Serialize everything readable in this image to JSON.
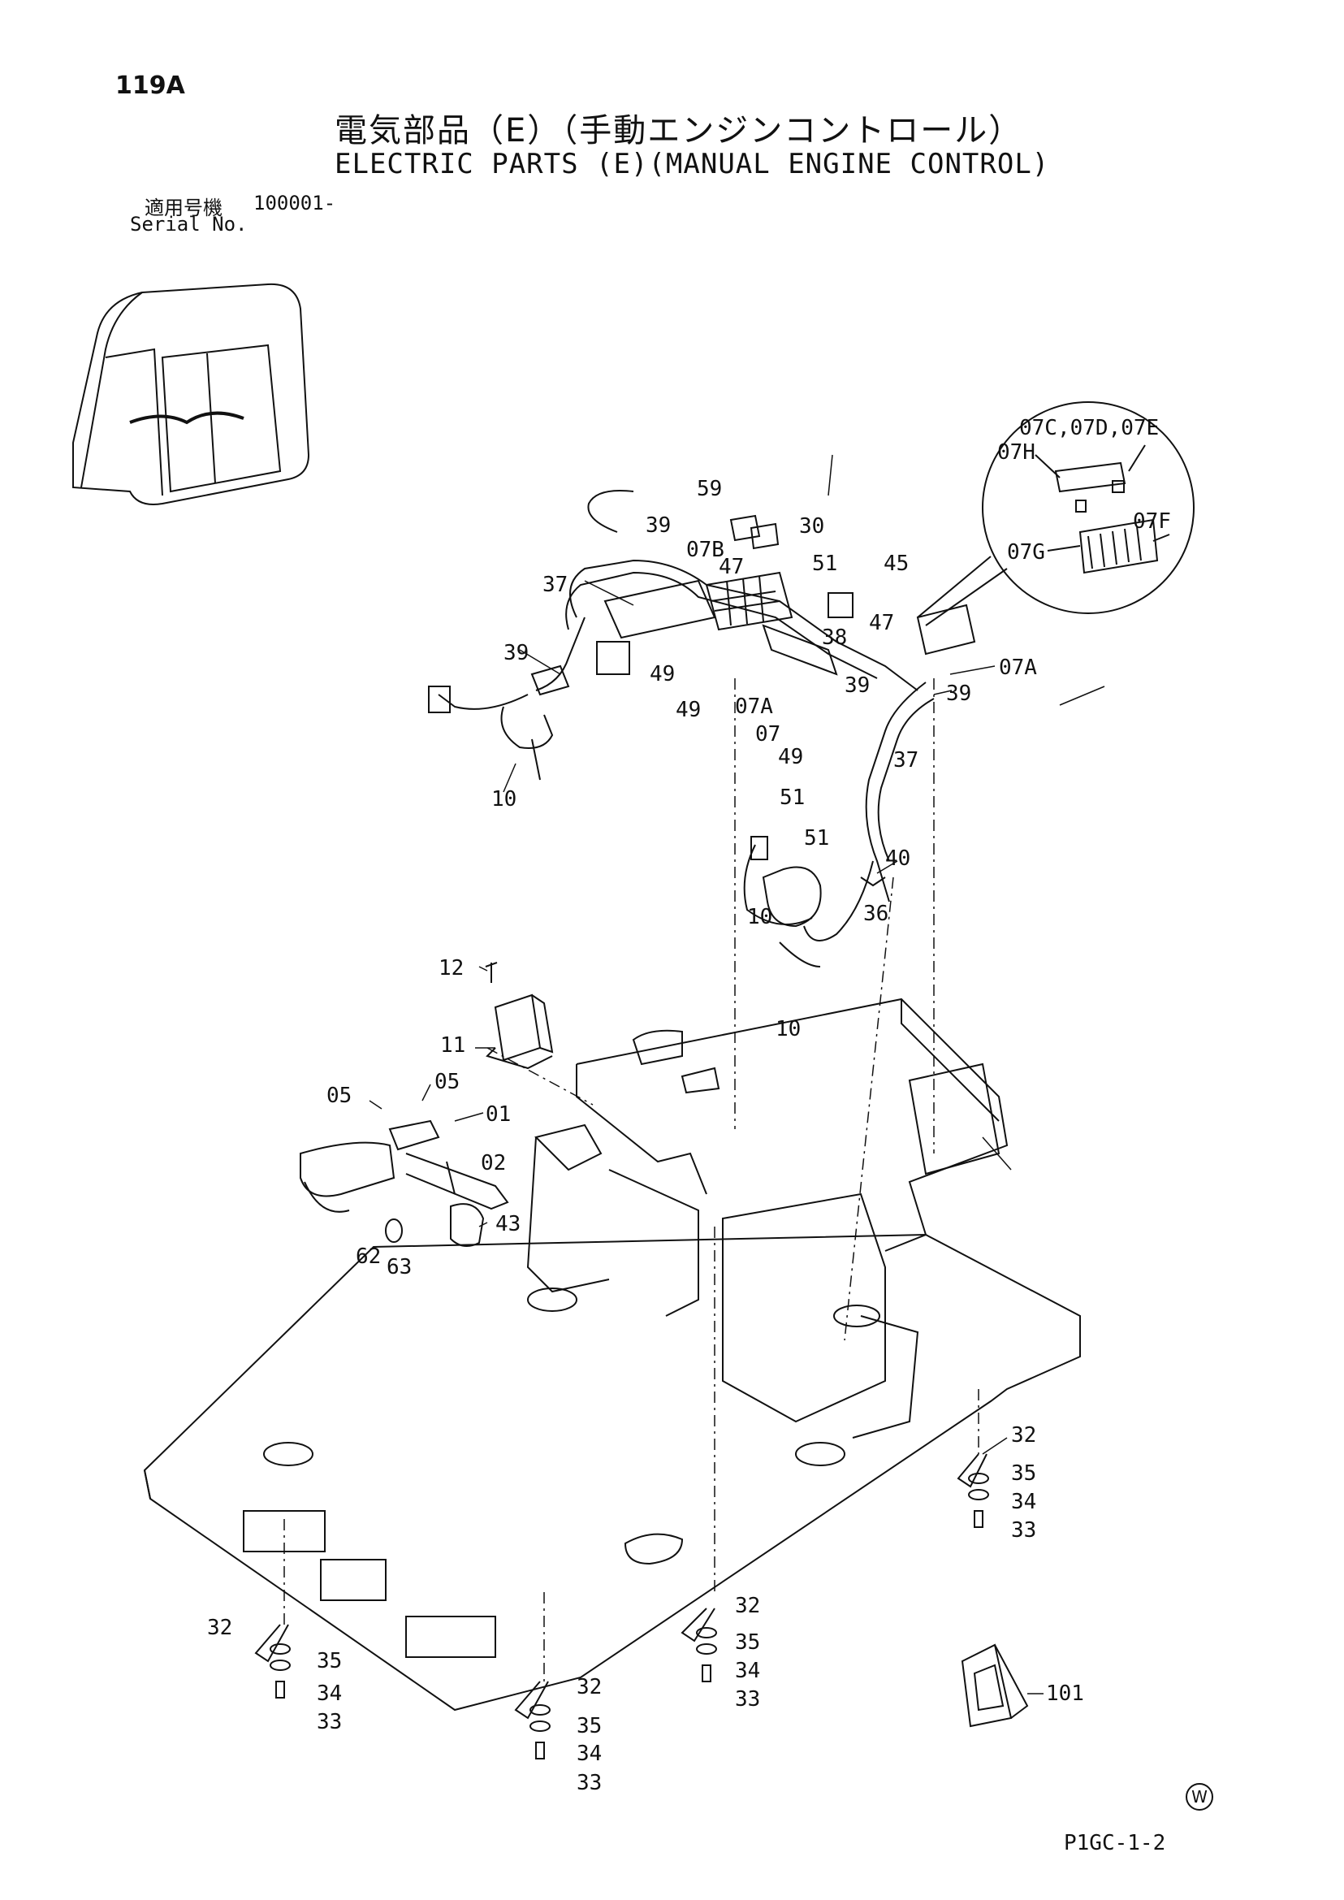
{
  "header": {
    "page_number": "119A",
    "title_jp": "電気部品（E）（手動エンジンコントロール）",
    "title_en": "ELECTRIC PARTS (E)(MANUAL ENGINE CONTROL)",
    "serial_label_jp": "適用号機",
    "serial_value": "100001-",
    "serial_label_en": "Serial No."
  },
  "footer": {
    "drawing_code": "P1GC-1-2",
    "mark": "W"
  },
  "callouts": [
    {
      "id": "c-07c",
      "text": "07C,07D,07E"
    },
    {
      "id": "c-07h",
      "text": "07H"
    },
    {
      "id": "c-07g",
      "text": "07G"
    },
    {
      "id": "c-07f",
      "text": "07F"
    },
    {
      "id": "c-59",
      "text": "59"
    },
    {
      "id": "c-39a",
      "text": "39"
    },
    {
      "id": "c-30",
      "text": "30"
    },
    {
      "id": "c-07b",
      "text": "07B"
    },
    {
      "id": "c-47a",
      "text": "47"
    },
    {
      "id": "c-51a",
      "text": "51"
    },
    {
      "id": "c-45",
      "text": "45"
    },
    {
      "id": "c-37a",
      "text": "37"
    },
    {
      "id": "c-38",
      "text": "38"
    },
    {
      "id": "c-47b",
      "text": "47"
    },
    {
      "id": "c-39b",
      "text": "39"
    },
    {
      "id": "c-49a",
      "text": "49"
    },
    {
      "id": "c-07a1",
      "text": "07A"
    },
    {
      "id": "c-39c",
      "text": "39"
    },
    {
      "id": "c-39d",
      "text": "39"
    },
    {
      "id": "c-49b",
      "text": "49"
    },
    {
      "id": "c-07a2",
      "text": "07A"
    },
    {
      "id": "c-07",
      "text": "07"
    },
    {
      "id": "c-49c",
      "text": "49"
    },
    {
      "id": "c-37b",
      "text": "37"
    },
    {
      "id": "c-10a",
      "text": "10"
    },
    {
      "id": "c-51b",
      "text": "51"
    },
    {
      "id": "c-51c",
      "text": "51"
    },
    {
      "id": "c-40",
      "text": "40"
    },
    {
      "id": "c-10b",
      "text": "10"
    },
    {
      "id": "c-36",
      "text": "36"
    },
    {
      "id": "c-12",
      "text": "12"
    },
    {
      "id": "c-10c",
      "text": "10"
    },
    {
      "id": "c-11",
      "text": "11"
    },
    {
      "id": "c-05a",
      "text": "05"
    },
    {
      "id": "c-05b",
      "text": "05"
    },
    {
      "id": "c-01",
      "text": "01"
    },
    {
      "id": "c-02",
      "text": "02"
    },
    {
      "id": "c-43",
      "text": "43"
    },
    {
      "id": "c-62",
      "text": "62"
    },
    {
      "id": "c-63",
      "text": "63"
    },
    {
      "id": "c-32a",
      "text": "32"
    },
    {
      "id": "c-35a",
      "text": "35"
    },
    {
      "id": "c-34a",
      "text": "34"
    },
    {
      "id": "c-33a",
      "text": "33"
    },
    {
      "id": "c-32b",
      "text": "32"
    },
    {
      "id": "c-35b",
      "text": "35"
    },
    {
      "id": "c-34b",
      "text": "34"
    },
    {
      "id": "c-33b",
      "text": "33"
    },
    {
      "id": "c-32c",
      "text": "32"
    },
    {
      "id": "c-35c",
      "text": "35"
    },
    {
      "id": "c-34c",
      "text": "34"
    },
    {
      "id": "c-33c",
      "text": "33"
    },
    {
      "id": "c-32d",
      "text": "32"
    },
    {
      "id": "c-35d",
      "text": "35"
    },
    {
      "id": "c-34d",
      "text": "34"
    },
    {
      "id": "c-33d",
      "text": "33"
    },
    {
      "id": "c-101",
      "text": "101"
    }
  ]
}
